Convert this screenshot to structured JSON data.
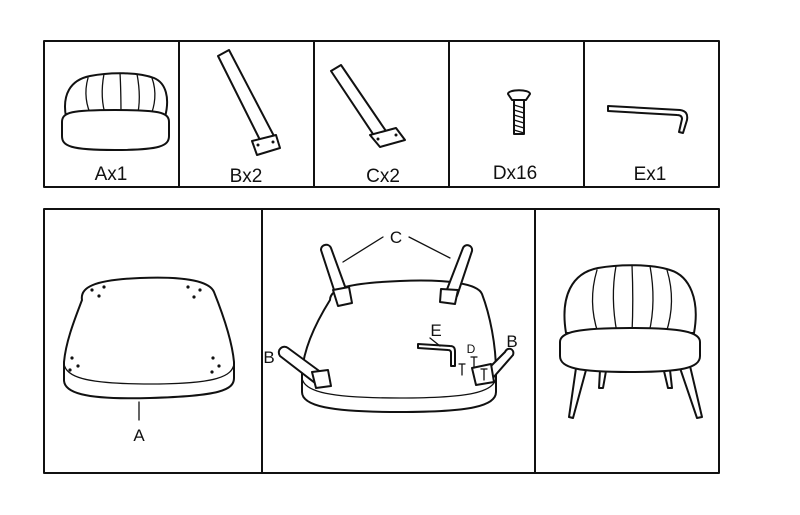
{
  "parts": [
    {
      "id": "A",
      "label": "Ax1",
      "icon": "seat-icon"
    },
    {
      "id": "B",
      "label": "Bx2",
      "icon": "leg-icon"
    },
    {
      "id": "C",
      "label": "Cx2",
      "icon": "leg-icon"
    },
    {
      "id": "D",
      "label": "Dx16",
      "icon": "screw-icon"
    },
    {
      "id": "E",
      "label": "Ex1",
      "icon": "allen-key-icon"
    }
  ],
  "steps": {
    "step1": {
      "callout_a": "A"
    },
    "step2": {
      "callout_b_left": "B",
      "callout_b_right": "B",
      "callout_c": "C",
      "callout_d": "D",
      "callout_e": "E"
    },
    "step3": {}
  }
}
